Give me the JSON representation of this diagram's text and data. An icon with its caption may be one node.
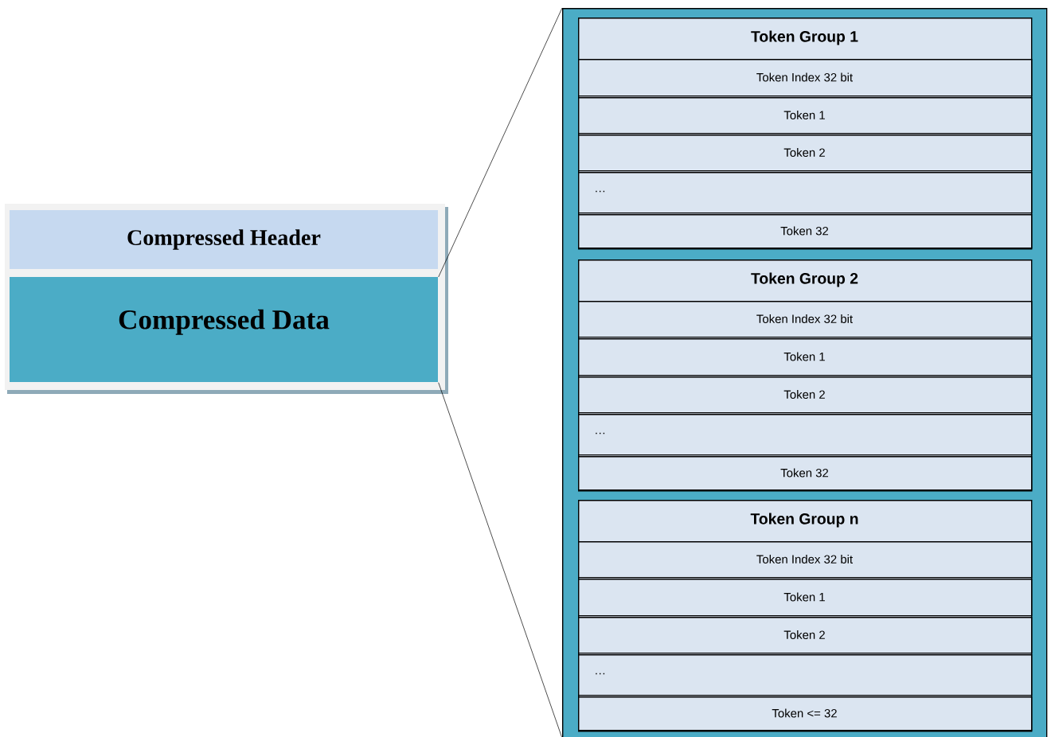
{
  "diagram": {
    "nodes": [
      {
        "text": [
          "Compressed Header"
        ]
      },
      {
        "text": [
          "Compressed Data"
        ]
      },
      {
        "text": [],
        "shape": "box"
      },
      {
        "text": [
          "Token Group 1"
        ],
        "in": 2
      },
      {
        "text": [
          "Token Index 32 bit"
        ],
        "in": 3
      },
      {
        "text": [
          "Token 1"
        ],
        "in": 3
      },
      {
        "text": [
          "Token 2"
        ],
        "in": 3
      },
      {
        "text": [
          "…"
        ],
        "in": 3
      },
      {
        "text": [
          "Token 32"
        ],
        "in": 3
      },
      {
        "text": [
          "Token Group 2"
        ],
        "in": 2
      },
      {
        "text": [
          "Token Index 32 bit"
        ],
        "in": 9
      },
      {
        "text": [
          "Token 1"
        ],
        "in": 9
      },
      {
        "text": [
          "Token 2"
        ],
        "in": 9
      },
      {
        "text": [
          "…"
        ],
        "in": 9
      },
      {
        "text": [
          "Token 32"
        ],
        "in": 9
      },
      {
        "text": [
          "Token Group n"
        ],
        "in": 2
      },
      {
        "text": [
          "Token Index 32 bit"
        ],
        "in": 15
      },
      {
        "text": [
          "Token 1"
        ],
        "in": 15
      },
      {
        "text": [
          "Token 2"
        ],
        "in": 15
      },
      {
        "text": [
          "…"
        ],
        "in": 15
      },
      {
        "text": [
          "Token <= 32"
        ],
        "in": 15
      }
    ],
    "edges": [
      {
        "from": 1,
        "to": 2,
        "arrow": "none"
      },
      {
        "from": 1,
        "to": 2,
        "arrow": "none"
      }
    ]
  }
}
